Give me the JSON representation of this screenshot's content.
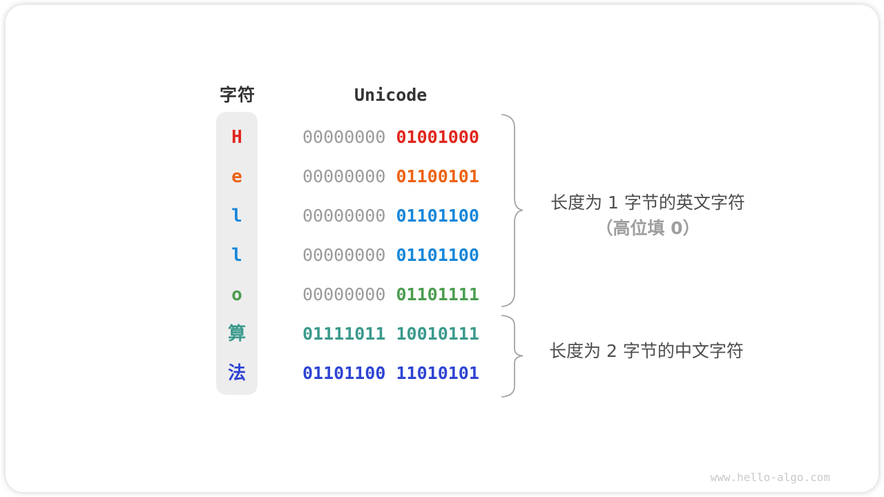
{
  "page": {
    "watermark": "www.hello-algo.com"
  },
  "table": {
    "headers": {
      "char": "字符",
      "unicode": "Unicode"
    },
    "muted_color": "#9a9a9a",
    "rows": [
      {
        "char": "H",
        "color": "#e0251c",
        "byte1": "00000000",
        "byte1_color": "#9a9a9a",
        "byte1_bold": false,
        "byte2": "01001000",
        "byte2_color": "#e0251c"
      },
      {
        "char": "e",
        "color": "#ec6214",
        "byte1": "00000000",
        "byte1_color": "#9a9a9a",
        "byte1_bold": false,
        "byte2": "01100101",
        "byte2_color": "#ec6214"
      },
      {
        "char": "l",
        "color": "#1686d9",
        "byte1": "00000000",
        "byte1_color": "#9a9a9a",
        "byte1_bold": false,
        "byte2": "01101100",
        "byte2_color": "#1686d9"
      },
      {
        "char": "l",
        "color": "#1686d9",
        "byte1": "00000000",
        "byte1_color": "#9a9a9a",
        "byte1_bold": false,
        "byte2": "01101100",
        "byte2_color": "#1686d9"
      },
      {
        "char": "o",
        "color": "#4a9d4e",
        "byte1": "00000000",
        "byte1_color": "#9a9a9a",
        "byte1_bold": false,
        "byte2": "01101111",
        "byte2_color": "#4a9d4e"
      },
      {
        "char": "算",
        "color": "#3a998c",
        "byte1": "01111011",
        "byte1_color": "#3a998c",
        "byte1_bold": true,
        "byte2": "10010111",
        "byte2_color": "#3a998c"
      },
      {
        "char": "法",
        "color": "#2e44d3",
        "byte1": "01101100",
        "byte1_color": "#2e44d3",
        "byte1_bold": true,
        "byte2": "11010101",
        "byte2_color": "#2e44d3"
      }
    ]
  },
  "annotations": [
    {
      "lines": [
        {
          "text": "长度为 1 字节的英文字符",
          "muted": false
        },
        {
          "text": "（高位填 0）",
          "muted": true
        }
      ]
    },
    {
      "lines": [
        {
          "text": "长度为 2 字节的中文字符",
          "muted": false
        }
      ]
    }
  ]
}
